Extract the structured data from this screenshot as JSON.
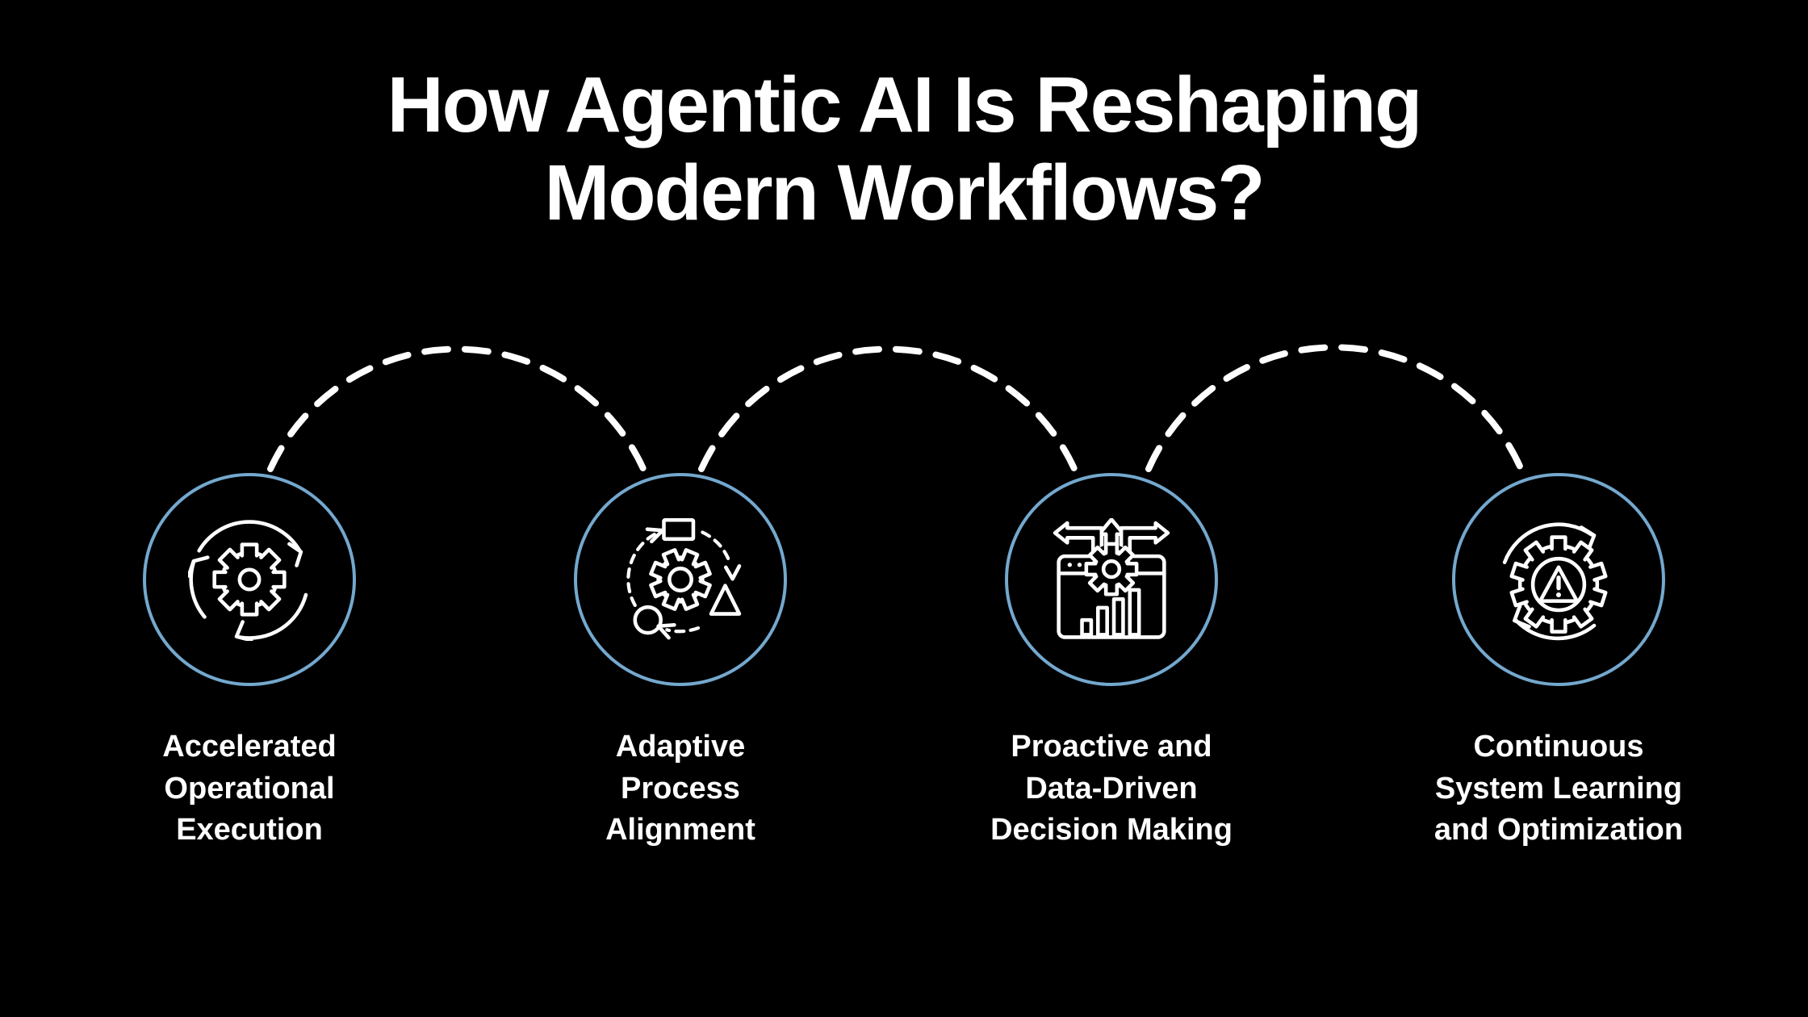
{
  "title": {
    "line1": "How Agentic AI Is Reshaping",
    "line2": "Modern Workflows?",
    "full": "How Agentic AI Is Reshaping Modern Workflows?"
  },
  "colors": {
    "background": "#000000",
    "circle_ring_blue": "#74A8CE",
    "line_and_text_white": "#FFFFFF"
  },
  "connectors": {
    "style": "dashed-arc",
    "count": 3
  },
  "steps": [
    {
      "icon": "gear-cycle-arrows-icon",
      "label": "Accelerated Operational Execution",
      "label_lines": [
        "Accelerated",
        "Operational",
        "Execution"
      ]
    },
    {
      "icon": "gear-shapes-cycle-icon",
      "label": "Adaptive Process Alignment",
      "label_lines": [
        "Adaptive",
        "Process",
        "Alignment"
      ]
    },
    {
      "icon": "analytics-decision-arrows-icon",
      "label": "Proactive and Data-Driven Decision Making",
      "label_lines": [
        "Proactive and",
        "Data-Driven",
        "Decision Making"
      ]
    },
    {
      "icon": "gear-warning-refresh-icon",
      "label": "Continuous System Learning and Optimization",
      "label_lines": [
        "Continuous",
        "System Learning",
        "and Optimization"
      ]
    }
  ]
}
